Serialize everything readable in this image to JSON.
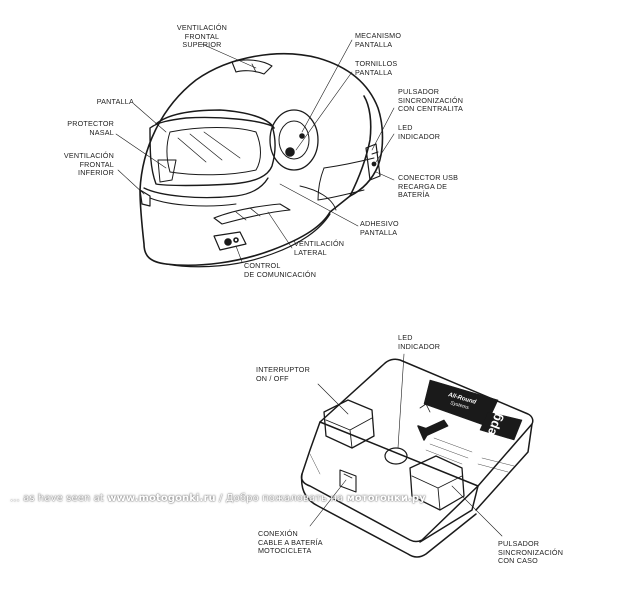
{
  "helmet": {
    "labels": {
      "ventilacion_frontal_superior": "VENTILACIÓN\nFRONTAL\nSUPERIOR",
      "mecanismo_pantalla": "MECANISMO\nPANTALLA",
      "tornillos_pantalla": "TORNILLOS\nPANTALLA",
      "pulsador_sincronizacion_centralita": "PULSADOR\nSINCRONIZACIÓN\nCON CENTRALITA",
      "led_indicador": "LED\nINDICADOR",
      "pantalla": "PANTALLA",
      "protector_nasal": "PROTECTOR\nNASAL",
      "ventilacion_frontal_inferior": "VENTILACIÓN\nFRONTAL\nINFERIOR",
      "conector_usb": "CONECTOR USB\nRECARGA DE\nBATERÍA",
      "adhesivo_pantalla": "ADHESIVO\nPANTALLA",
      "ventilacion_lateral": "VENTILACIÓN\nLATERAL",
      "control_comunicacion": "CONTROL\nDE COMUNICACIÓN"
    }
  },
  "unit": {
    "labels": {
      "led_indicador": "LED\nINDICADOR",
      "interruptor": "INTERRUPTOR\nON / OFF",
      "conexion_cable": "CONEXIÓN\nCABLE A BATERÍA\nMOTOCICLETA",
      "pulsador_caso": "PULSADOR\nSINCRONIZACIÓN\nCON CASO"
    },
    "brand": "epg",
    "box_text_1": "All-Round",
    "box_text_2": "Systems"
  },
  "watermark": {
    "prefix": "... as have seen at ",
    "site": "www.motogonki.ru",
    "mid": " / Добро пожаловать на ",
    "site2": "мотогонки.ру"
  }
}
